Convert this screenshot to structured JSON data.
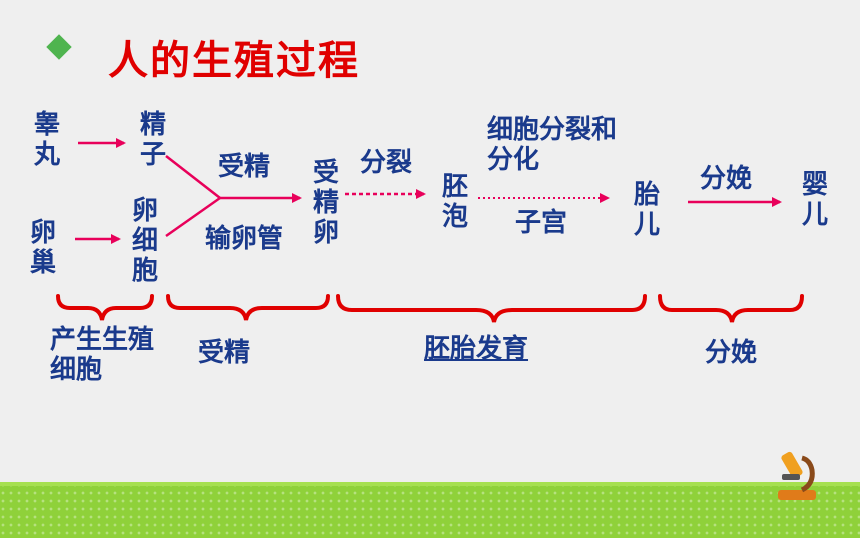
{
  "title": "人的生殖过程",
  "nodes": {
    "testis": "睾丸",
    "sperm": "精子",
    "ovary": "卵巢",
    "egg": "卵细胞",
    "zygote": "受精卵",
    "embryo": "胚泡",
    "fetus": "胎儿",
    "baby": "婴儿"
  },
  "edges": {
    "fertilization": "受精",
    "oviduct": "输卵管",
    "division": "分裂",
    "differentiation": "细胞分裂和分化",
    "uterus": "子宫",
    "birth": "分娩"
  },
  "stages": {
    "gamete": "产生生殖细胞",
    "fertilization": "受精",
    "development": "胚胎发育",
    "birth": "分娩"
  },
  "colors": {
    "title": "#e00000",
    "text": "#1a3a8c",
    "arrow": "#e8005a",
    "brace": "#e00000",
    "ground": "#8fd13a",
    "bullet": "#4fb44f"
  },
  "icons": {
    "corner": "microscope-icon"
  }
}
